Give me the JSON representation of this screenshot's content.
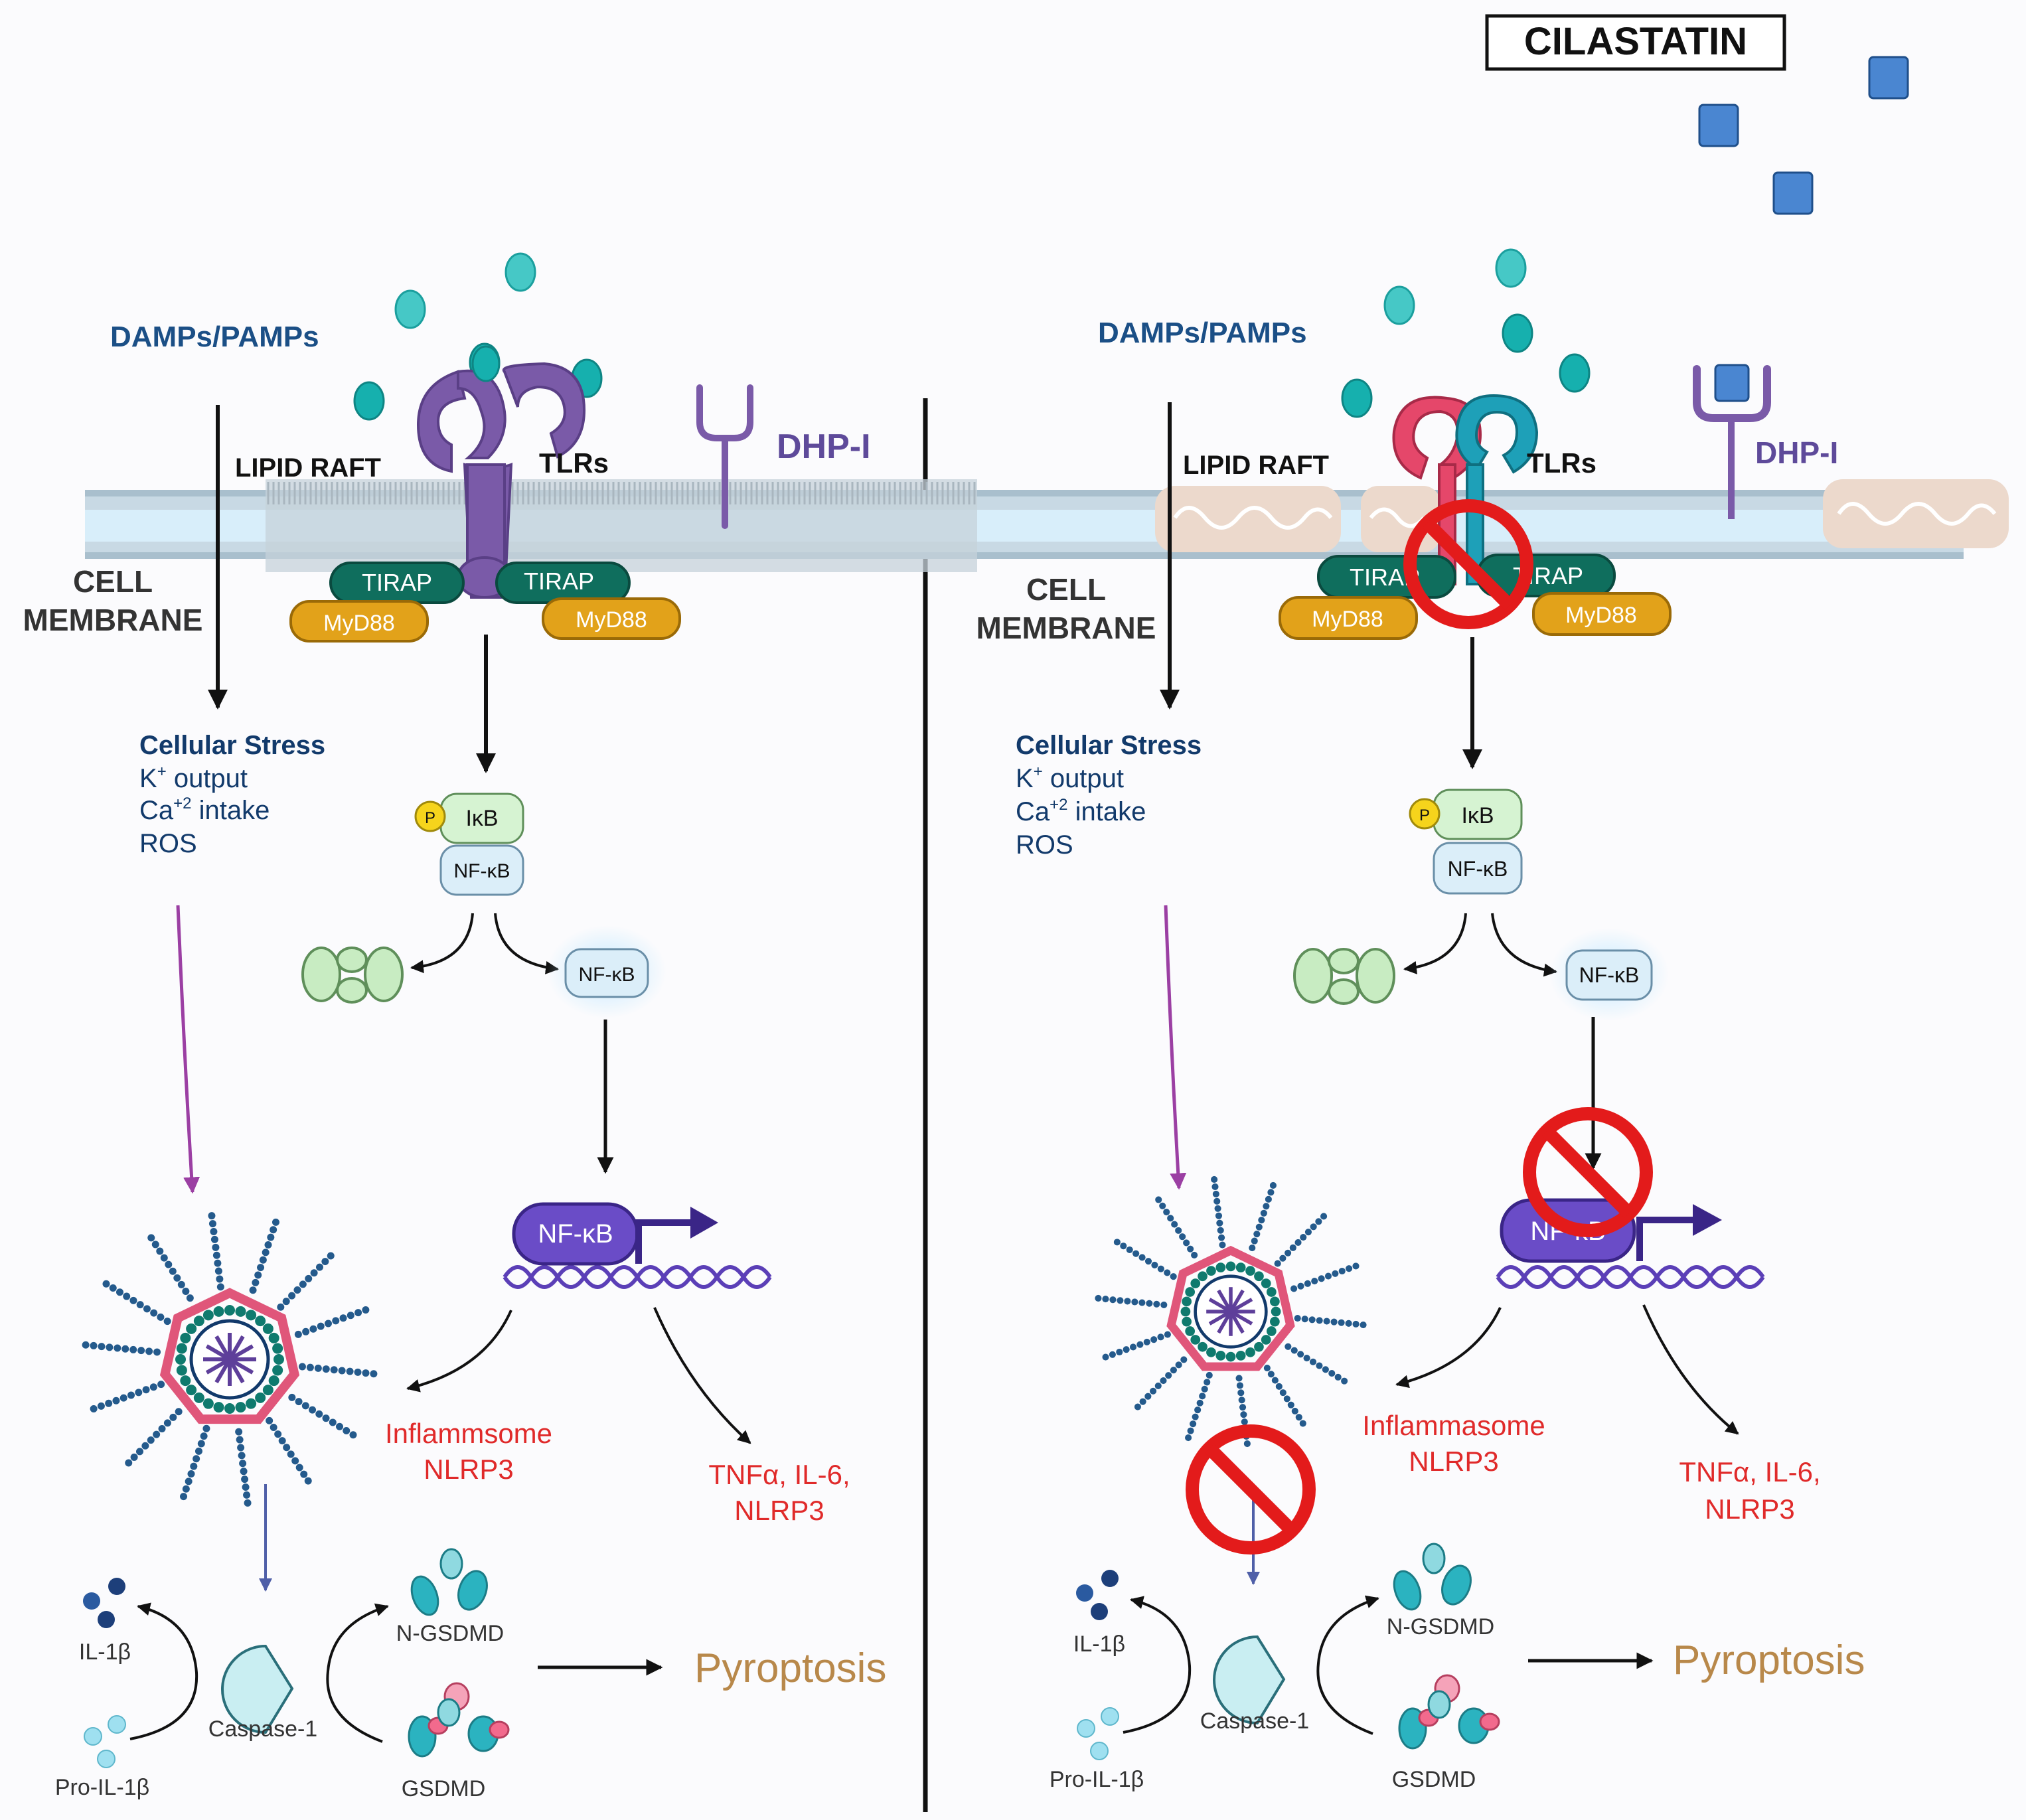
{
  "title": "CILASTATIN",
  "colors": {
    "bg": "#fbfbfd",
    "membrane": "#c8d9e4",
    "membrane_core": "#cfe9f7",
    "raft": "#b7c4cc",
    "tlr_purple": "#7a5aa8",
    "tlr_pink": "#e5476a",
    "tlr_teal": "#1ea0b8",
    "tirap": "#0f6e5d",
    "myd88": "#e2a21a",
    "damp": "#3fc4c2",
    "cilastatin": "#4a86d1",
    "nfkb_dna": "#5b3fb7",
    "red_text": "#e02a2a",
    "pyroptosis": "#b8884a",
    "navy_text": "#123a6b",
    "ban": "#e31b1b"
  },
  "left": {
    "damps": "DAMPs/PAMPs",
    "lipid_raft": "LIPID RAFT",
    "tlrs": "TLRs",
    "dhp": "DHP-I",
    "cell_membrane_1": "CELL",
    "cell_membrane_2": "MEMBRANE",
    "tirap_left": "TIRAP",
    "tirap_right": "TIRAP",
    "myd88_left": "MyD88",
    "myd88_right": "MyD88",
    "stress_title": "Cellular Stress",
    "stress_k": "K",
    "stress_k_sup": "+",
    "stress_k_rest": " output",
    "stress_ca": "Ca",
    "stress_ca_sup": "+2",
    "stress_ca_rest": " intake",
    "stress_ros": "ROS",
    "p": "P",
    "ikb": "IκB",
    "nfkb_small": "NF-κB",
    "nfkb_free": "NF-κB",
    "nfkb_dna": "NF-κB",
    "inflammasome_1": "Inflammsome",
    "inflammasome_2": "NLRP3",
    "tnf_1": "TNFα, IL-6,",
    "tnf_2": "NLRP3",
    "il1b": "IL-1β",
    "pro_il1b": "Pro-IL-1β",
    "caspase": "Caspase-1",
    "ngsdmd": "N-GSDMD",
    "gsdmd": "GSDMD",
    "pyroptosis": "Pyroptosis"
  },
  "right": {
    "damps": "DAMPs/PAMPs",
    "lipid_raft": "LIPID RAFT",
    "tlrs": "TLRs",
    "dhp": "DHP-I",
    "cell_membrane_1": "CELL",
    "cell_membrane_2": "MEMBRANE",
    "tirap_left": "TIRAP",
    "tirap_right": "TIRAP",
    "myd88_left": "MyD88",
    "myd88_right": "MyD88",
    "stress_title": "Cellular Stress",
    "stress_k": "K",
    "stress_k_sup": "+",
    "stress_k_rest": " output",
    "stress_ca": "Ca",
    "stress_ca_sup": "+2",
    "stress_ca_rest": " intake",
    "stress_ros": "ROS",
    "p": "P",
    "ikb": "IκB",
    "nfkb_small": "NF-κB",
    "nfkb_free": "NF-κB",
    "nfkb_dna": "NF-κB",
    "inflammasome_1": "Inflammasome",
    "inflammasome_2": "NLRP3",
    "tnf_1": "TNFα, IL-6,",
    "tnf_2": "NLRP3",
    "il1b": "IL-1β",
    "pro_il1b": "Pro-IL-1β",
    "caspase": "Caspase-1",
    "ngsdmd": "N-GSDMD",
    "gsdmd": "GSDMD",
    "pyroptosis": "Pyroptosis"
  }
}
